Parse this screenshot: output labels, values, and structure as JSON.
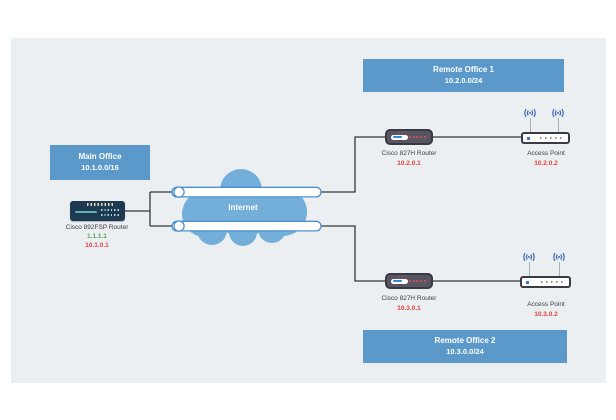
{
  "main_office": {
    "title": "Main Office",
    "subnet": "10.1.0.0/16"
  },
  "main_router": {
    "name": "Cisco 892FSP Router",
    "wan_ip": "1.1.1.1",
    "lan_ip": "10.1.0.1"
  },
  "internet": {
    "label": "Internet"
  },
  "remote_office_1": {
    "title": "Remote Office 1",
    "subnet": "10.2.0.0/24",
    "router": {
      "name": "Cisco 827H Router",
      "ip": "10.2.0.1"
    },
    "access_point": {
      "name": "Access Point",
      "ip": "10.2.0.2"
    }
  },
  "remote_office_2": {
    "title": "Remote Office 2",
    "subnet": "10.3.0.0/24",
    "router": {
      "name": "Cisco 827H Router",
      "ip": "10.3.0.1"
    },
    "access_point": {
      "name": "Access Point",
      "ip": "10.3.0.2"
    }
  },
  "colors": {
    "office_box": "#5b99ca",
    "cloud": "#74afda",
    "tunnel_border": "#4a90d0",
    "connector_line": "#33373d",
    "ip_red": "#e2403f",
    "ip_green": "#4ca454",
    "panel_background": "#eceff1",
    "router_892_body": "#1d3a52",
    "router_827_body": "#3a3943",
    "wifi_icon": "#3b66b2"
  }
}
